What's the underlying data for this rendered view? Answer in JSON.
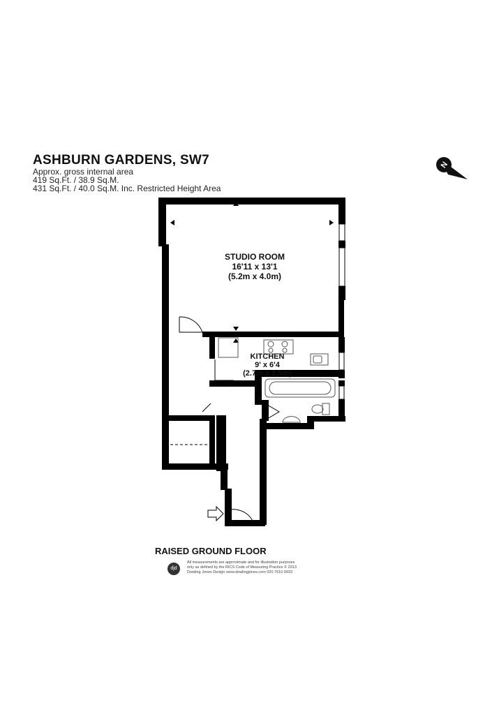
{
  "header": {
    "title": "ASHBURN GARDENS, SW7",
    "area_label": "Approx. gross internal area",
    "area_primary": "419 Sq.Ft. / 38.9 Sq.M.",
    "area_restricted": "431 Sq.Ft. / 40.0 Sq.M. Inc. Restricted Height Area"
  },
  "compass": {
    "letter": "N"
  },
  "rooms": {
    "studio": {
      "name": "STUDIO ROOM",
      "imperial": "16'11 x 13'1",
      "metric": "(5.2m x 4.0m)"
    },
    "kitchen": {
      "name": "KITCHEN",
      "imperial": "9' x 6'4",
      "metric": "(2.7m x 1.9m)"
    }
  },
  "floor": {
    "name": "RAISED GROUND FLOOR"
  },
  "footer": {
    "logo_text": "djd",
    "disclaimer_1": "All measurements are approximate and for illustration purposes",
    "disclaimer_2": "only as defined by the RICS Code of Measuring Practice © 2013",
    "disclaimer_3": "Dowling Jones Design www.dowlingjones.com 020 7610 9933"
  },
  "colors": {
    "wall": "#000000",
    "background": "#ffffff",
    "fixture": "#555555"
  }
}
